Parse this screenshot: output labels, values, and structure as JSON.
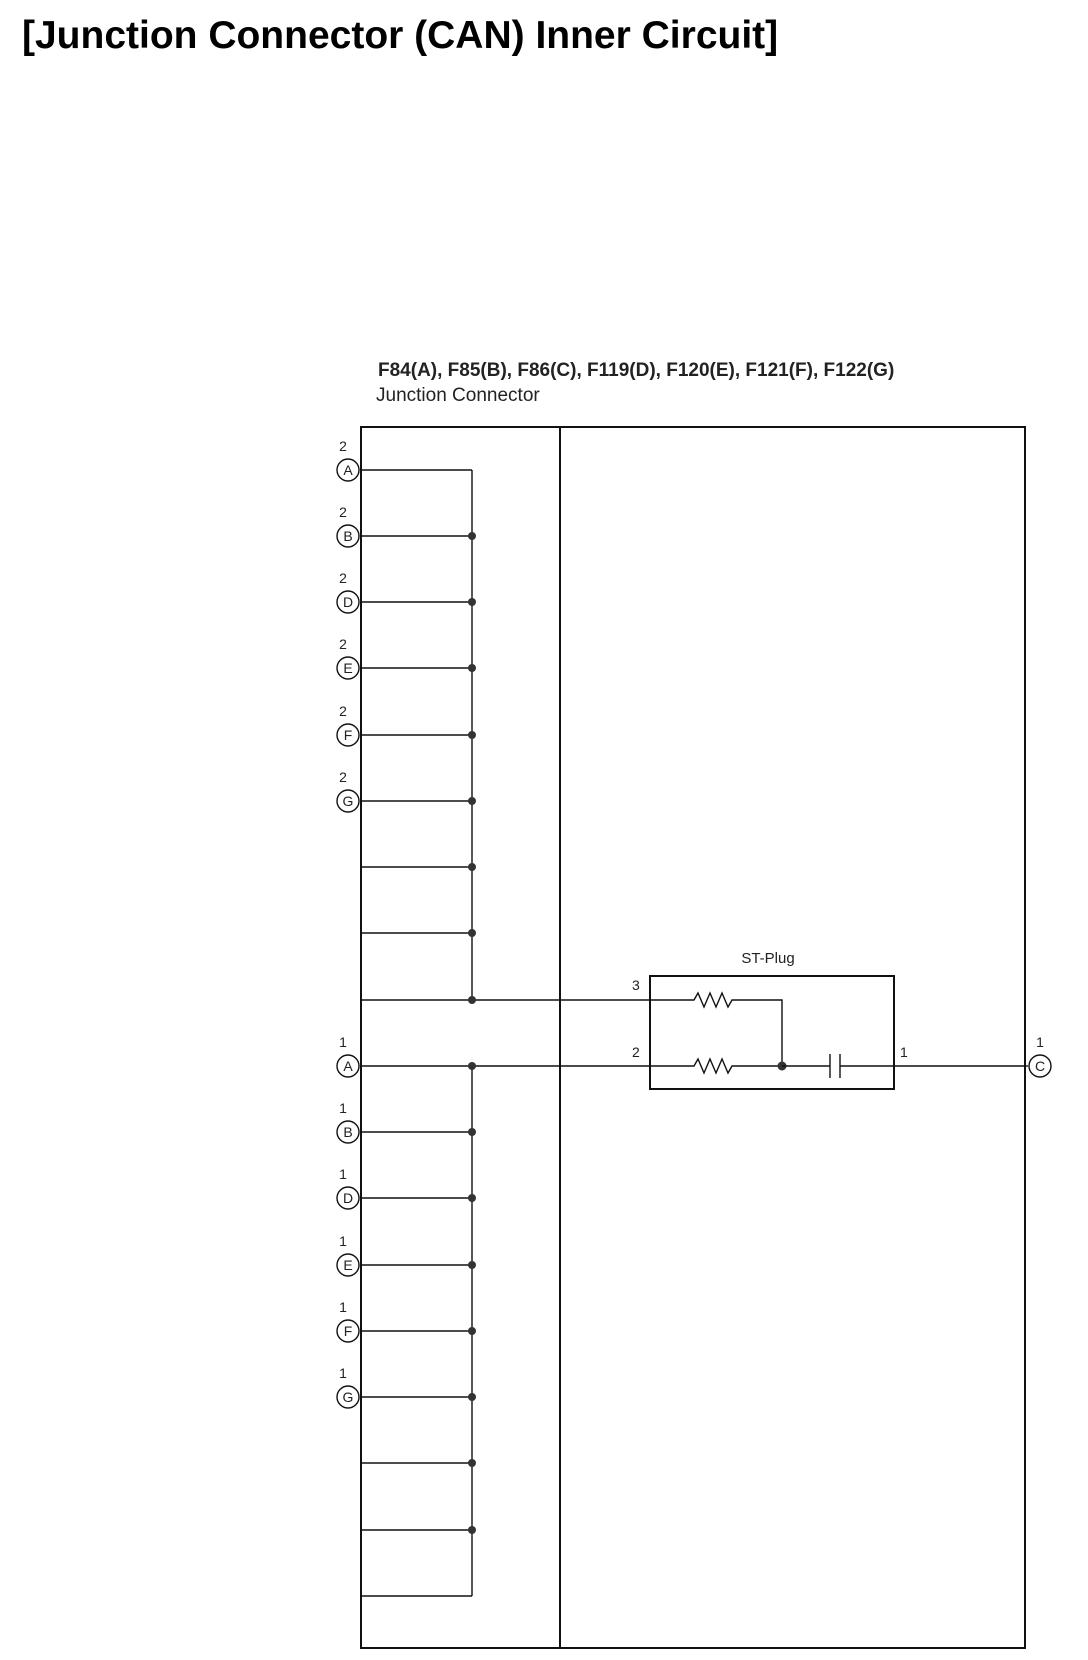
{
  "title": "[Junction Connector (CAN) Inner Circuit]",
  "connector": {
    "header": "F84(A), F85(B), F86(C), F119(D), F120(E), F121(F), F122(G)",
    "subheader": "Junction Connector"
  },
  "pins_top": [
    {
      "num": "2",
      "letter": "A"
    },
    {
      "num": "2",
      "letter": "B"
    },
    {
      "num": "2",
      "letter": "D"
    },
    {
      "num": "2",
      "letter": "E"
    },
    {
      "num": "2",
      "letter": "F"
    },
    {
      "num": "2",
      "letter": "G"
    }
  ],
  "pins_bottom": [
    {
      "num": "1",
      "letter": "A"
    },
    {
      "num": "1",
      "letter": "B"
    },
    {
      "num": "1",
      "letter": "D"
    },
    {
      "num": "1",
      "letter": "E"
    },
    {
      "num": "1",
      "letter": "F"
    },
    {
      "num": "1",
      "letter": "G"
    }
  ],
  "st_plug": {
    "label": "ST-Plug",
    "pin_3": "3",
    "pin_2": "2",
    "pin_1": "1"
  },
  "right_pin": {
    "num": "1",
    "letter": "C"
  }
}
